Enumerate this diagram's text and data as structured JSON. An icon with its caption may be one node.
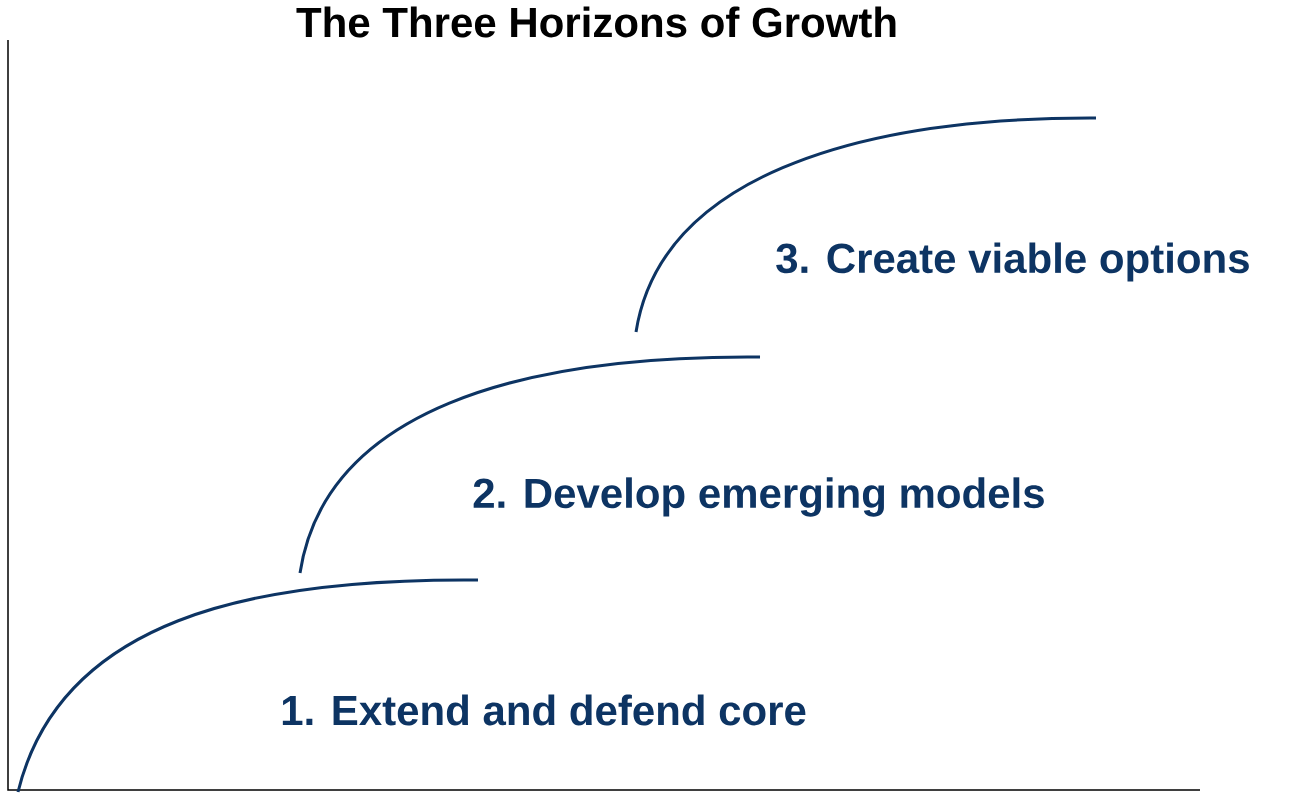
{
  "diagram": {
    "title": "The Three Horizons of Growth",
    "labels": [
      "3. Create viable options",
      "2. Develop emerging models",
      "1. Extend and defend core"
    ]
  }
}
